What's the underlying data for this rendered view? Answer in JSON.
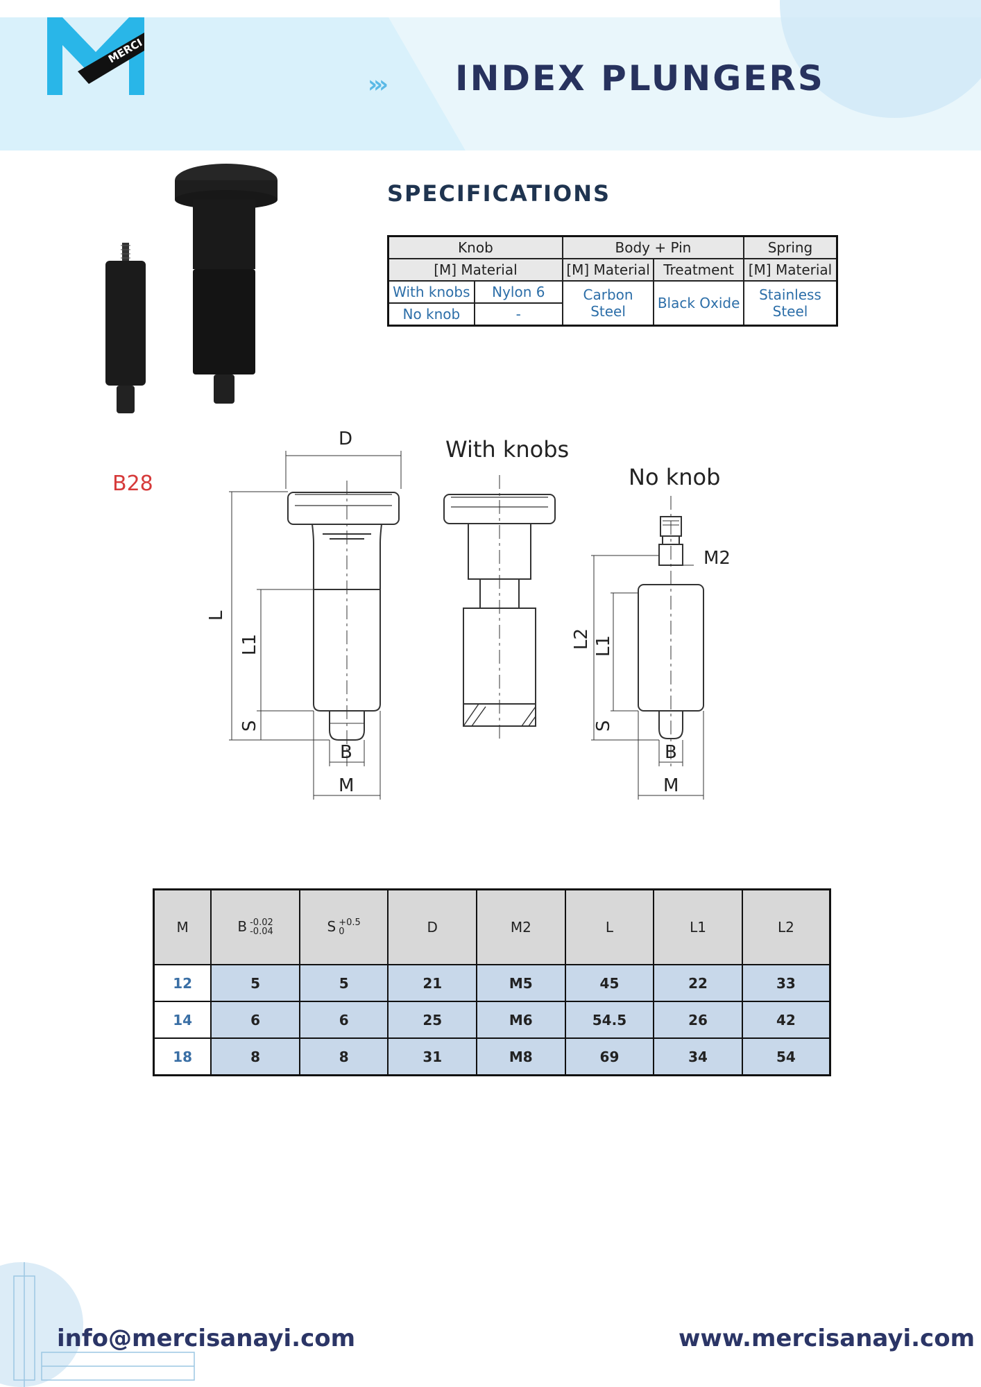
{
  "header": {
    "title": "INDEX PLUNGERS",
    "logo_text": "MERCI"
  },
  "product": {
    "code": "B28"
  },
  "specifications": {
    "title": "SPECIFICATIONS",
    "groups": {
      "knob": "Knob",
      "body_pin": "Body + Pin",
      "spring": "Spring"
    },
    "subheaders": {
      "knob_material": "[M] Material",
      "body_material": "[M] Material",
      "treatment": "Treatment",
      "spring_material": "[M] Material"
    },
    "rows": [
      {
        "knob_type": "With knobs",
        "knob_material": "Nylon 6"
      },
      {
        "knob_type": "No knob",
        "knob_material": "-"
      }
    ],
    "body_material": [
      "Carbon",
      "Steel"
    ],
    "treatment": "Black Oxide",
    "spring_material": [
      "Stainless",
      "Steel"
    ]
  },
  "drawing": {
    "label_with_knobs": "With knobs",
    "label_no_knob": "No knob",
    "dim_D": "D",
    "dim_L": "L",
    "dim_L1": "L1",
    "dim_L2": "L2",
    "dim_S": "S",
    "dim_B": "B",
    "dim_M": "M",
    "dim_M2": "M2"
  },
  "dimensions_table": {
    "headers": {
      "m": "M",
      "b": "B",
      "b_tol_upper": "-0.02",
      "b_tol_lower": "-0.04",
      "s": "S",
      "s_tol_upper": "+0.5",
      "s_tol_lower": "0",
      "d": "D",
      "m2": "M2",
      "l": "L",
      "l1": "L1",
      "l2": "L2"
    },
    "rows": [
      {
        "m": "12",
        "b": "5",
        "s": "5",
        "d": "21",
        "m2": "M5",
        "l": "45",
        "l1": "22",
        "l2": "33"
      },
      {
        "m": "14",
        "b": "6",
        "s": "6",
        "d": "25",
        "m2": "M6",
        "l": "54.5",
        "l1": "26",
        "l2": "42"
      },
      {
        "m": "18",
        "b": "8",
        "s": "8",
        "d": "31",
        "m2": "M8",
        "l": "69",
        "l1": "34",
        "l2": "54"
      }
    ]
  },
  "footer": {
    "email": "info@mercisanayi.com",
    "website": "www.mercisanayi.com"
  },
  "colors": {
    "brand_navy": "#27325e",
    "brand_cyan": "#29b6e8",
    "code_red": "#d63a3a",
    "table_blue": "#c8d8ea"
  }
}
